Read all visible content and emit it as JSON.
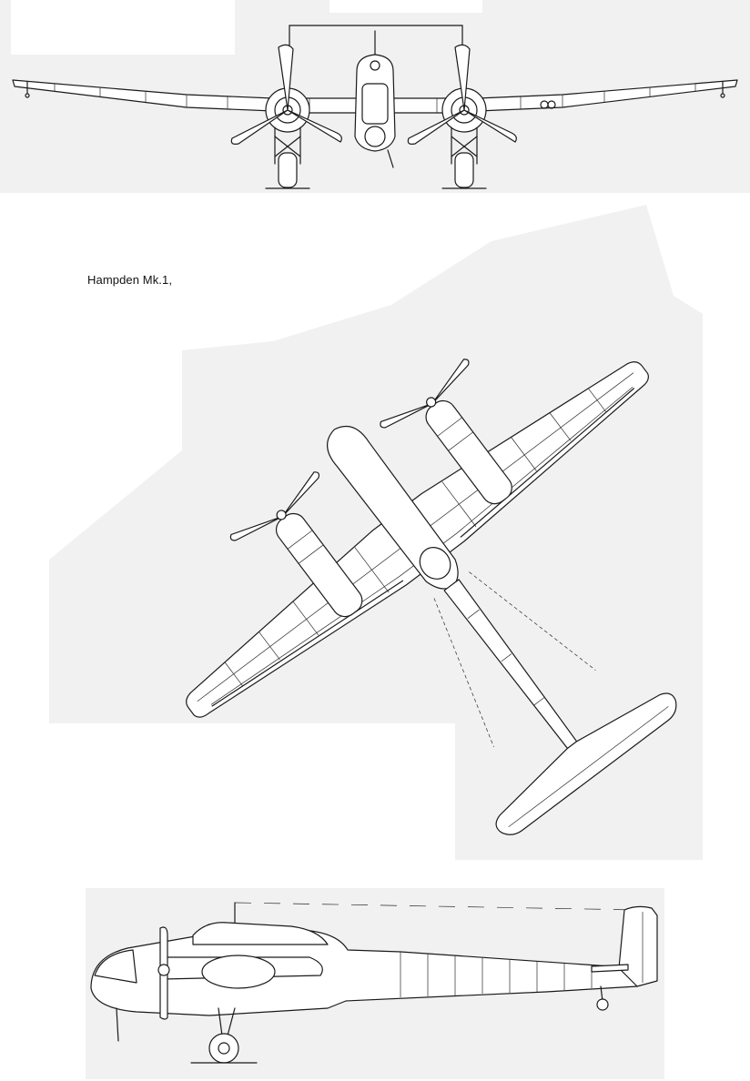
{
  "drawing": {
    "label": "Hampden Mk.1,"
  },
  "views": [
    {
      "name": "front-view"
    },
    {
      "name": "plan-view"
    },
    {
      "name": "side-view"
    }
  ],
  "colors": {
    "line": "#1a1a1a",
    "background": "#ffffff",
    "scan_tint": "#f1f1f1"
  }
}
